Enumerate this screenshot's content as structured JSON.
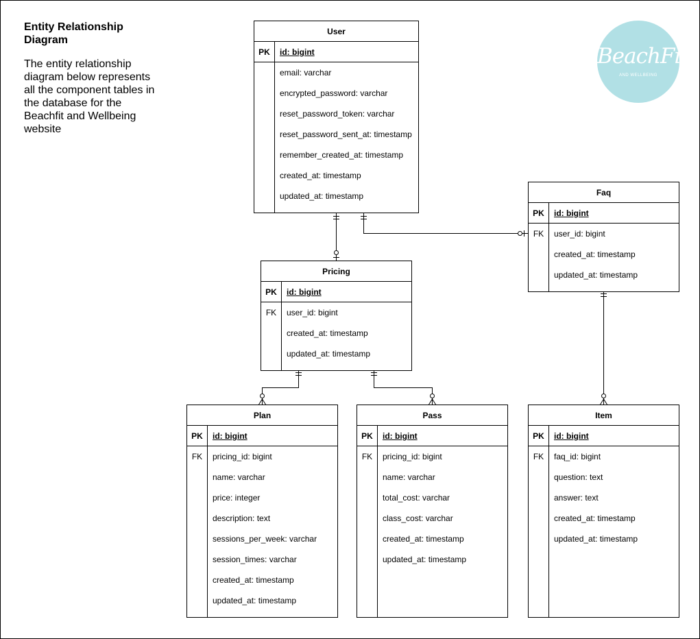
{
  "header": {
    "title": "Entity Relationship Diagram",
    "description": "The entity relationship diagram below represents all the component tables in the database for the Beachfit and Wellbeing website"
  },
  "logo": {
    "brand": "BeachFit",
    "tagline": "AND WELLBEING",
    "color": "#b1e0e5"
  },
  "entities": {
    "user": {
      "name": "User",
      "pk_label": "PK",
      "pk": "id: bigint",
      "field_keys": [
        "",
        "",
        "",
        "",
        "",
        "",
        ""
      ],
      "fields": [
        "email: varchar",
        "encrypted_password: varchar",
        "reset_password_token: varchar",
        "reset_password_sent_at: timestamp",
        "remember_created_at: timestamp",
        "created_at: timestamp",
        "updated_at: timestamp"
      ]
    },
    "faq": {
      "name": "Faq",
      "pk_label": "PK",
      "pk": "id: bigint",
      "field_keys": [
        "FK",
        "",
        ""
      ],
      "fields": [
        "user_id: bigint",
        "created_at: timestamp",
        "updated_at: timestamp"
      ]
    },
    "pricing": {
      "name": "Pricing",
      "pk_label": "PK",
      "pk": "id: bigint",
      "field_keys": [
        "FK",
        "",
        ""
      ],
      "fields": [
        "user_id: bigint",
        "created_at: timestamp",
        "updated_at: timestamp"
      ]
    },
    "plan": {
      "name": "Plan",
      "pk_label": "PK",
      "pk": "id: bigint",
      "field_keys": [
        "FK",
        "",
        "",
        "",
        "",
        "",
        "",
        ""
      ],
      "fields": [
        "pricing_id: bigint",
        "name: varchar",
        "price: integer",
        "description: text",
        "sessions_per_week: varchar",
        "session_times: varchar",
        "created_at: timestamp",
        "updated_at: timestamp"
      ]
    },
    "pass": {
      "name": "Pass",
      "pk_label": "PK",
      "pk": "id: bigint",
      "field_keys": [
        "FK",
        "",
        "",
        "",
        "",
        ""
      ],
      "fields": [
        "pricing_id: bigint",
        "name: varchar",
        "total_cost: varchar",
        "class_cost: varchar",
        "created_at: timestamp",
        "updated_at: timestamp"
      ]
    },
    "item": {
      "name": "Item",
      "pk_label": "PK",
      "pk": "id: bigint",
      "field_keys": [
        "FK",
        "",
        "",
        "",
        ""
      ],
      "fields": [
        "faq_id: bigint",
        "question: text",
        "answer: text",
        "created_at: timestamp",
        "updated_at: timestamp"
      ]
    }
  },
  "relationships": [
    {
      "from": "User",
      "to": "Pricing",
      "from_cardinality": "one-and-only-one",
      "to_cardinality": "zero-or-one"
    },
    {
      "from": "User",
      "to": "Faq",
      "from_cardinality": "one-and-only-one",
      "to_cardinality": "zero-or-one"
    },
    {
      "from": "Pricing",
      "to": "Plan",
      "from_cardinality": "one-and-only-one",
      "to_cardinality": "zero-or-many"
    },
    {
      "from": "Pricing",
      "to": "Pass",
      "from_cardinality": "one-and-only-one",
      "to_cardinality": "zero-or-many"
    },
    {
      "from": "Faq",
      "to": "Item",
      "from_cardinality": "one-and-only-one",
      "to_cardinality": "zero-or-many"
    }
  ]
}
